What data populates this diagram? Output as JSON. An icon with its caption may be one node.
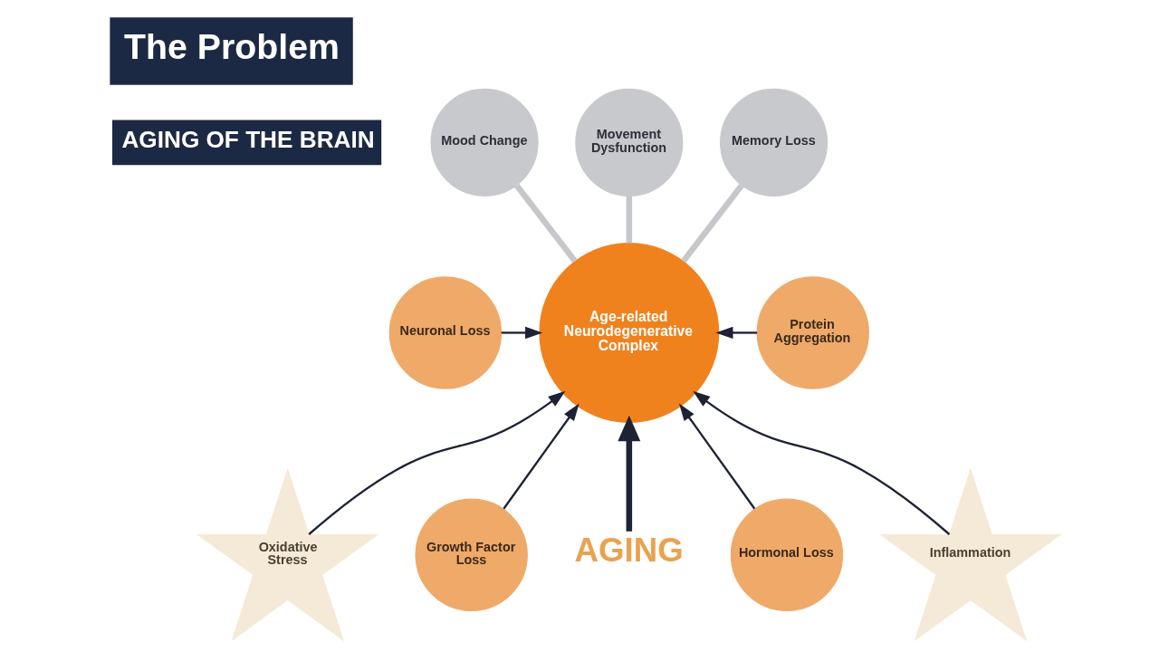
{
  "diagram": {
    "title": "The Problem",
    "nodes": [
      {
        "text": [
          "Mood Change"
        ]
      },
      {
        "text": [
          "Movement Dysfunction"
        ]
      },
      {
        "text": [
          "Memory Loss"
        ]
      },
      {
        "text": [
          "Neuronal Loss"
        ]
      },
      {
        "text": [
          "Age-related Neurodegenerative Complex"
        ]
      },
      {
        "text": [
          "Protein Aggregation"
        ]
      },
      {
        "text": [
          "Oxidative Stress"
        ]
      },
      {
        "text": [
          "Inflammation"
        ]
      },
      {
        "text": [
          "Growth Factor Loss"
        ]
      },
      {
        "text": [
          "AGING"
        ]
      },
      {
        "text": [
          "Hormonal Loss"
        ]
      }
    ],
    "edges": [
      {
        "from": 4,
        "to": 0,
        "arrow": "none",
        "style": "thick",
        "color": "#c6c7cb"
      },
      {
        "from": 4,
        "to": 1,
        "arrow": "none",
        "style": "thick",
        "color": "#c6c7cb"
      },
      {
        "from": 4,
        "to": 2,
        "arrow": "none",
        "style": "thick",
        "color": "#c6c7cb"
      },
      {
        "from": 3,
        "to": 4,
        "arrow": "to"
      },
      {
        "from": 5,
        "to": 4,
        "arrow": "to"
      },
      {
        "from": 6,
        "to": 4,
        "arrow": "to"
      },
      {
        "from": 7,
        "to": 4,
        "arrow": "to"
      },
      {
        "from": 8,
        "to": 4,
        "arrow": "to"
      },
      {
        "from": 9,
        "to": 4,
        "arrow": "to",
        "style": "thick"
      },
      {
        "from": 10,
        "to": 4,
        "arrow": "to"
      }
    ],
    "labels": [
      "AGING OF THE BRAIN"
    ]
  }
}
